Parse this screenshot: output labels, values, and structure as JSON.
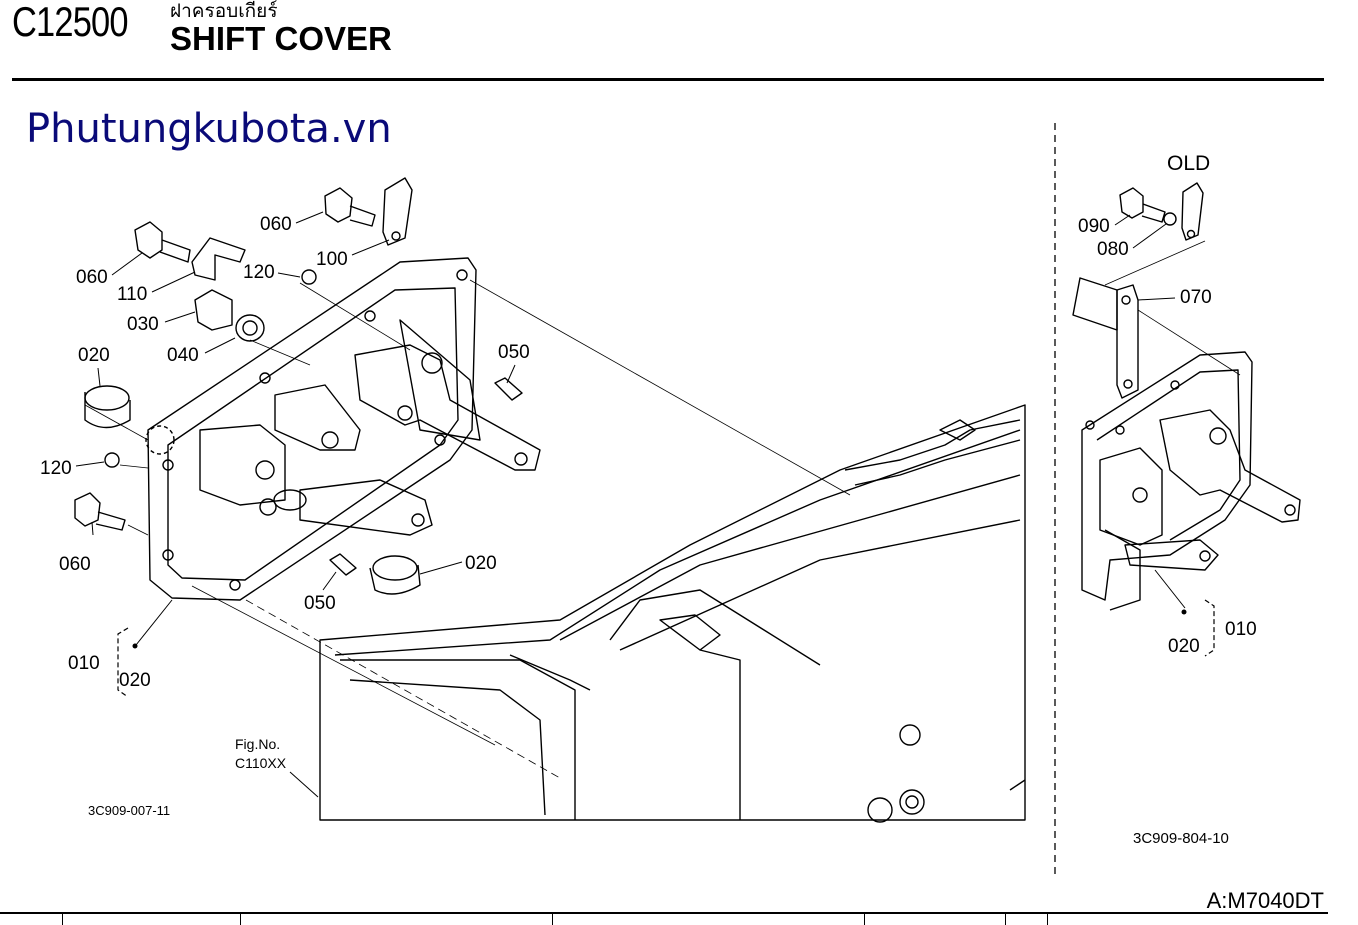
{
  "header": {
    "figure_code": "C12500",
    "title_thai": "ฝาครอบเกียร์",
    "title_en": "SHIFT COVER"
  },
  "watermark": "Phutungkubota.vn",
  "main_view": {
    "callouts": [
      "060",
      "060",
      "100",
      "110",
      "120",
      "030",
      "040",
      "020",
      "050",
      "120",
      "060",
      "050",
      "020",
      "010",
      "020"
    ],
    "fig_ref_label": "Fig.No.",
    "fig_ref_code": "C110XX",
    "drawing_id": "3C909-007-11"
  },
  "old_view": {
    "label": "OLD",
    "callouts": [
      "090",
      "080",
      "070",
      "010",
      "020"
    ],
    "drawing_id": "3C909-804-10"
  },
  "footer": {
    "model_code": "A:M7040DT"
  }
}
